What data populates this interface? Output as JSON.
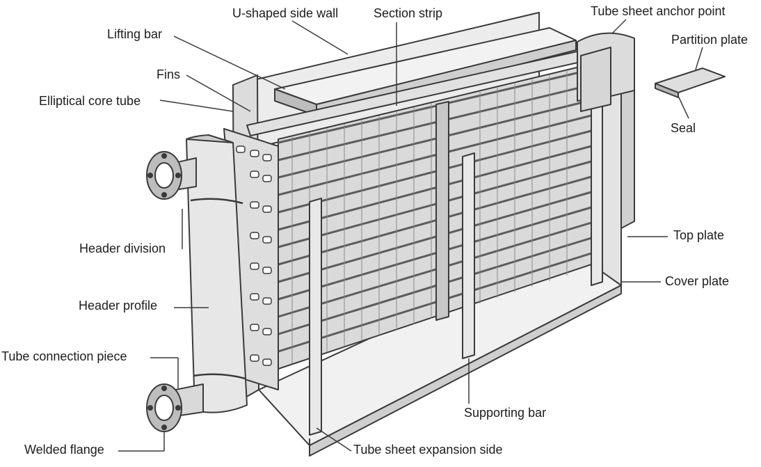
{
  "labels": {
    "u_shaped_side_wall": "U-shaped side wall",
    "section_strip": "Section strip",
    "tube_sheet_anchor_point": "Tube sheet anchor point",
    "partition_plate": "Partition plate",
    "lifting_bar": "Lifting bar",
    "fins": "Fins",
    "elliptical_core_tube": "Elliptical core tube",
    "seal": "Seal",
    "top_plate": "Top plate",
    "header_division": "Header division",
    "cover_plate": "Cover plate",
    "header_profile": "Header profile",
    "tube_connection_piece": "Tube connection piece",
    "supporting_bar": "Supporting bar",
    "welded_flange": "Welded flange",
    "tube_sheet_expansion_side": "Tube sheet expansion side"
  },
  "colors": {
    "line": "#3a3a3a",
    "metal_light": "#e6e6e6",
    "metal_mid": "#cfcfcf",
    "metal_dark": "#9a9a9a",
    "fin": "#5c5c5c"
  }
}
